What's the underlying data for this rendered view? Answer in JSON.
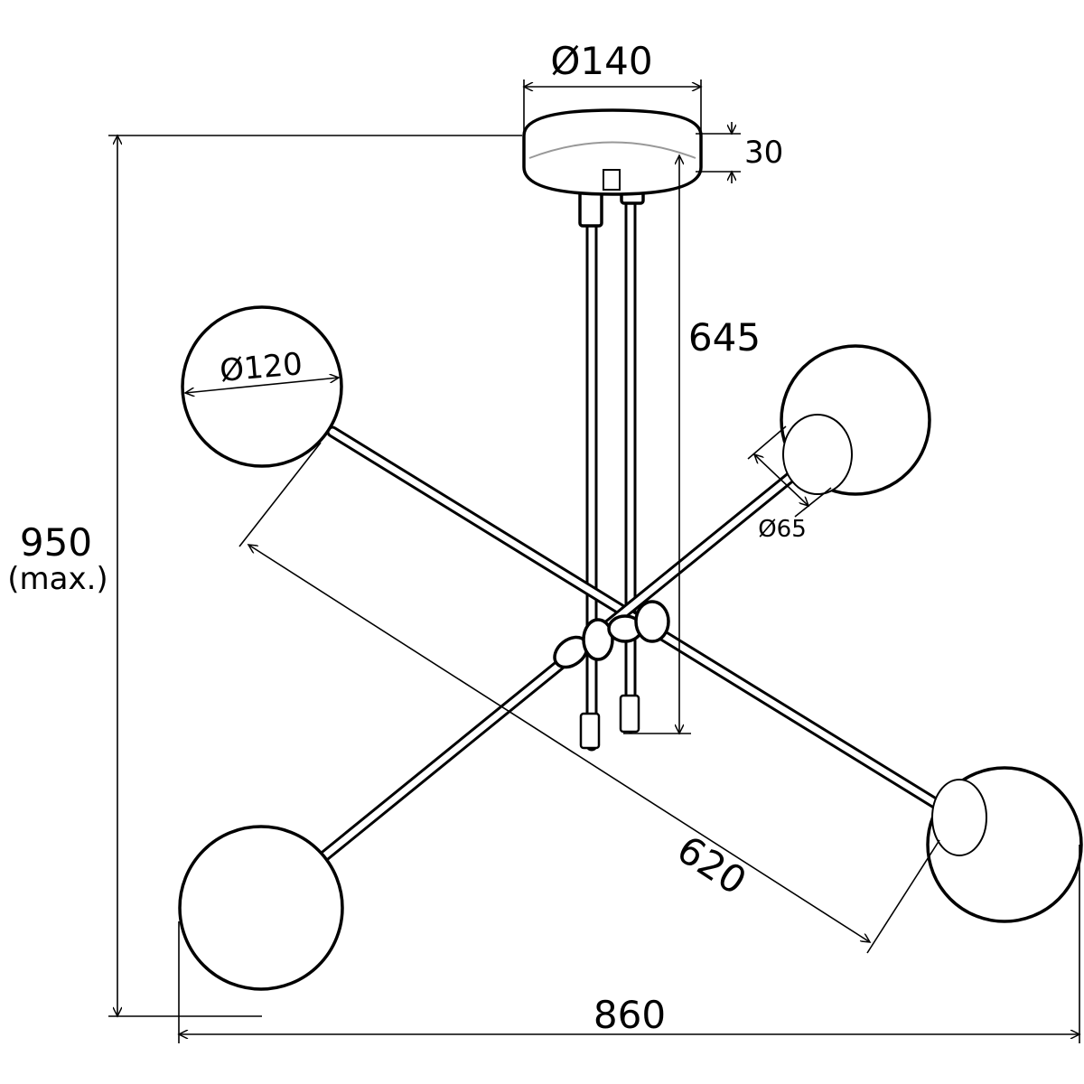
{
  "drawing": {
    "canopy_diameter": "Ø140",
    "canopy_height": "30",
    "rod_length": "645",
    "globe_diameter": "Ø120",
    "holder_diameter": "Ø65",
    "arm_length": "620",
    "total_height": "950",
    "total_height_note": "(max.)",
    "total_width": "860"
  },
  "colors": {
    "line": "#000000",
    "background": "#ffffff"
  }
}
